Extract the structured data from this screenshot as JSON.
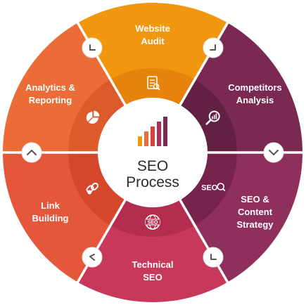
{
  "center": {
    "line1": "SEO",
    "line2": "Process"
  },
  "segments": [
    {
      "id": "website-audit",
      "lines": [
        "Website",
        "Audit"
      ],
      "icon": "audit-clipboard-icon",
      "color": "#f0960f",
      "inner": "#e57f0a"
    },
    {
      "id": "competitors-analysis",
      "lines": [
        "Competitors",
        "Analysis"
      ],
      "icon": "magnifier-chart-icon",
      "color": "#7a2a52",
      "inner": "#5f1f40"
    },
    {
      "id": "seo-content-strategy",
      "lines": [
        "SEO &",
        "Content",
        "Strategy"
      ],
      "icon": "seo-search-icon",
      "icon_text": "SEO",
      "color": "#8e2f5c",
      "inner": "#74244b"
    },
    {
      "id": "technical-seo",
      "lines": [
        "Technical",
        "SEO"
      ],
      "icon": "seo-globe-icon",
      "icon_text": "SEO",
      "color": "#c8385b",
      "inner": "#b12c4d"
    },
    {
      "id": "link-building",
      "lines": [
        "Link",
        "Building"
      ],
      "icon": "link-chain-icon",
      "color": "#e5573a",
      "inner": "#d4452a"
    },
    {
      "id": "analytics-reporting",
      "lines": [
        "Analytics &",
        "Reporting"
      ],
      "icon": "pie-chart-icon",
      "color": "#ec6c38",
      "inner": "#dc5a2a"
    }
  ],
  "bars": {
    "colors": [
      "#f0960f",
      "#ec6c38",
      "#d9433b",
      "#b02d57",
      "#7a2a52"
    ],
    "values": [
      2,
      3,
      4,
      5,
      6
    ]
  }
}
